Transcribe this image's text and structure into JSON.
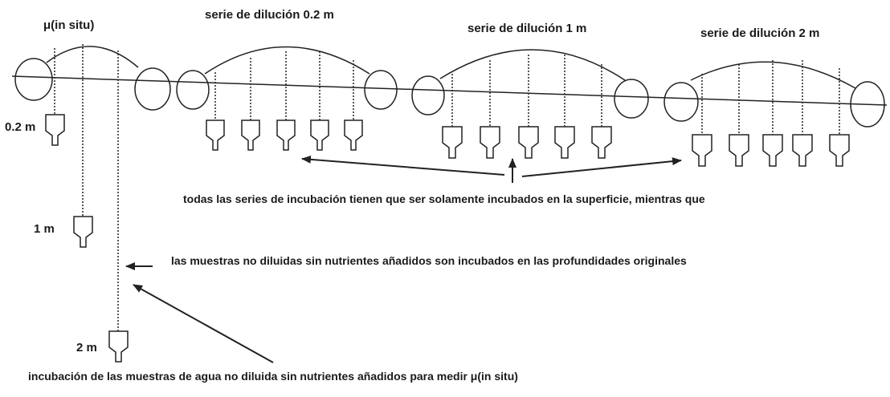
{
  "titles": {
    "in_situ": "μ(in situ)",
    "series_02": "serie de dilución 0.2 m",
    "series_1": "serie de dilución 1 m",
    "series_2": "serie de dilución 2 m"
  },
  "depths": {
    "d02": "0.2 m",
    "d1": "1 m",
    "d2": "2 m"
  },
  "notes": {
    "surface": "todas las series de incubación tienen que ser solamente incubados en la superficie, mientras que",
    "original": "las muestras no diluidas sin nutrientes añadidos son incubados en las profundidades originales",
    "bottom": "incubación de las muestras de agua no diluida sin nutrientes añadidos para medir μ(in situ)"
  },
  "colors": {
    "line": "#222222",
    "text": "#1a1a1a"
  }
}
